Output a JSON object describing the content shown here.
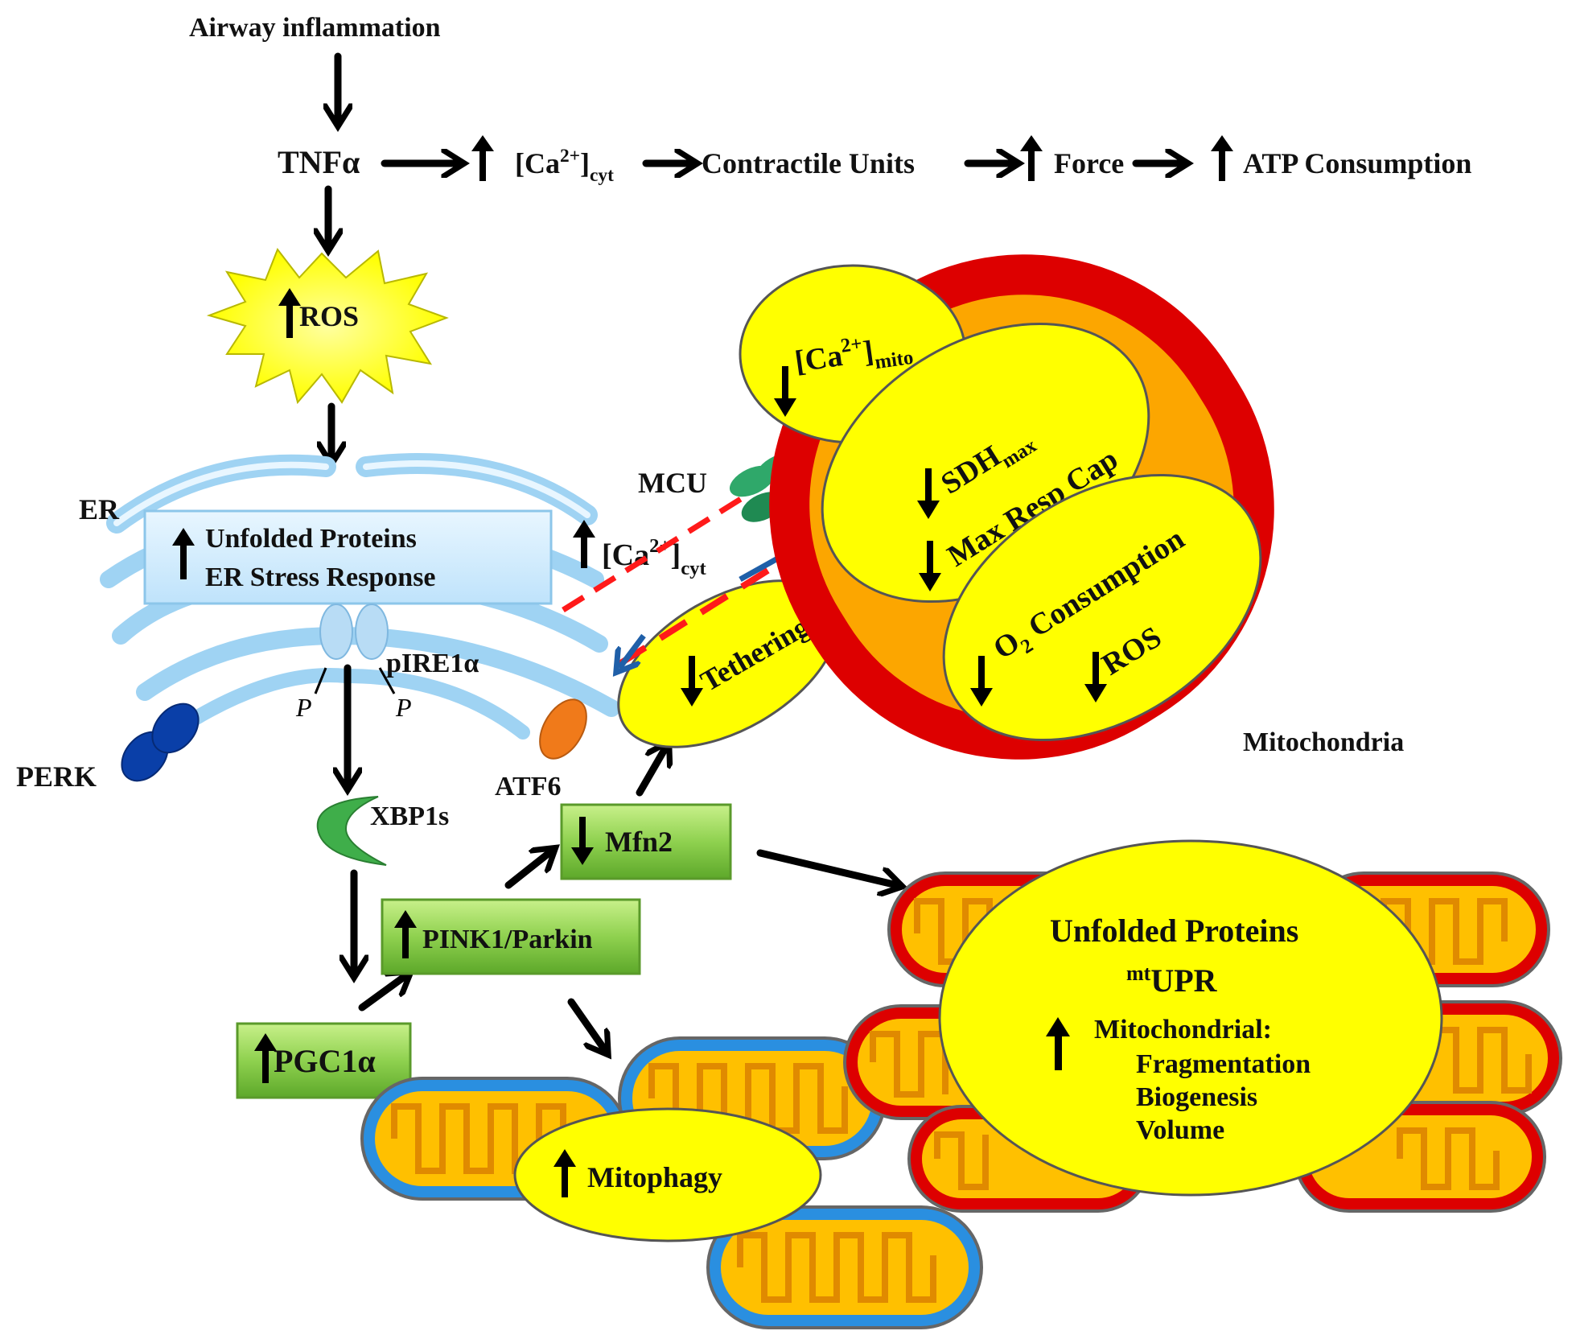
{
  "labels": {
    "airway_inflammation": "Airway  inflammation",
    "tnf": "TNFα",
    "ca_cyt_top": "[Ca",
    "ca_sup": "2+",
    "cyt_sub": "cyt",
    "contractile_units": "Contractile  Units",
    "force": "Force",
    "atp_consumption": "ATP Consumption",
    "ros": "ROS",
    "er": "ER",
    "unfolded_proteins": "Unfolded  Proteins",
    "er_stress_response": "ER Stress Response",
    "ca_cyt_side": "[Ca",
    "mcu": "MCU",
    "pire1a": "pIRE1α",
    "p_left": "P",
    "p_right": "P",
    "perk": "PERK",
    "atf6": "ATF6",
    "xbp1s": "XBP1s",
    "tethering": "Tethering",
    "mfn2": "Mfn2",
    "pink1_parkin": "PINK1/Parkin",
    "pgc1a": "PGC1α",
    "mitophagy": "Mitophagy",
    "mitochondria": "Mitochondria",
    "ca_mito": "[Ca",
    "mito_sub": "mito",
    "sdh": "SDH",
    "max_sub": "max",
    "max_resp_cap": "Max Resp Cap",
    "o2_consumption_o": "O",
    "o2_sub": "2",
    "o2_consumption_rest": " Consumption",
    "ros_mito": "ROS",
    "mt_unfolded_proteins": "Unfolded Proteins",
    "mt_sup": "mt",
    "upr": "UPR",
    "mitochondrial": "Mitochondrial:",
    "fragmentation": "Fragmentation",
    "biogenesis": "Biogenesis",
    "volume": "Volume"
  },
  "colors": {
    "yellow": "#ffff00",
    "mito_red": "#dd0000",
    "mito_orange": "#ffb800",
    "green_box": "#8fd14f",
    "er_blue": "#9fd3f3",
    "dashed_red": "#ff1a1a",
    "dashed_blue": "#1f5fa8",
    "perk_blue": "#0a3fa8",
    "atf6_orange": "#f07a1a",
    "mcu_green": "#2fa86a",
    "mitophagy_blue": "#2a8fe0"
  }
}
